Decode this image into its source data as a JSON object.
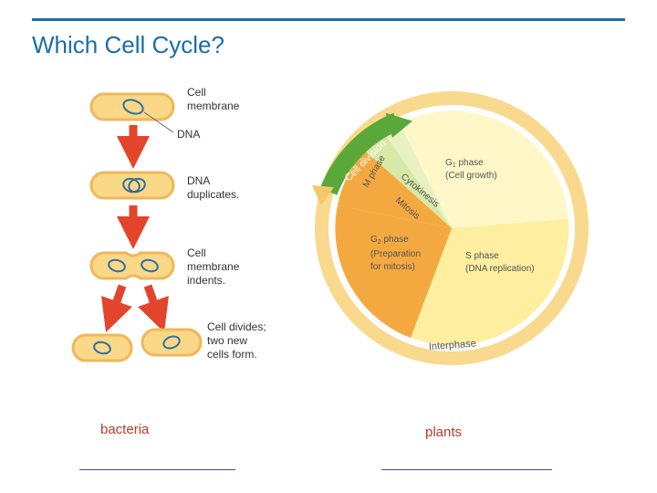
{
  "slide": {
    "title": "Which Cell Cycle?"
  },
  "binary_fission": {
    "labels": [
      {
        "id": "cell-membrane",
        "lines": [
          "Cell",
          "membrane"
        ]
      },
      {
        "id": "dna",
        "lines": [
          "DNA"
        ]
      },
      {
        "id": "dna-duplicates",
        "lines": [
          "DNA",
          "duplicates."
        ]
      },
      {
        "id": "membrane-indents",
        "lines": [
          "Cell",
          "membrane",
          "indents."
        ]
      },
      {
        "id": "cell-divides",
        "lines": [
          "Cell divides;",
          "two new",
          "cells form."
        ]
      }
    ]
  },
  "cell_cycle": {
    "cell_division": "Cell division",
    "m_phase": "M phase",
    "cytokinesis": "Cytokinesis",
    "mitosis": "Mitosis",
    "g1": {
      "name": "G",
      "sub": "1",
      "rest": " phase",
      "desc": "(Cell growth)"
    },
    "s": {
      "name": "S phase",
      "desc": "(DNA replication)"
    },
    "g2": {
      "name": "G",
      "sub": "2",
      "rest": " phase",
      "desc1": "(Preparation",
      "desc2": "for mitosis)"
    },
    "interphase": "Interphase"
  },
  "captions": {
    "left": "bacteria",
    "right": "plants"
  },
  "colors": {
    "title": "#1a6da8",
    "caption": "#c0392b",
    "cell_fill": "#f9d27a",
    "arrow": "#e2452c",
    "green": "#5aa83a",
    "ring": "#f8d98d",
    "g2": "#f4a940",
    "s": "#fdf0a0",
    "g1": "#fff7c8"
  }
}
